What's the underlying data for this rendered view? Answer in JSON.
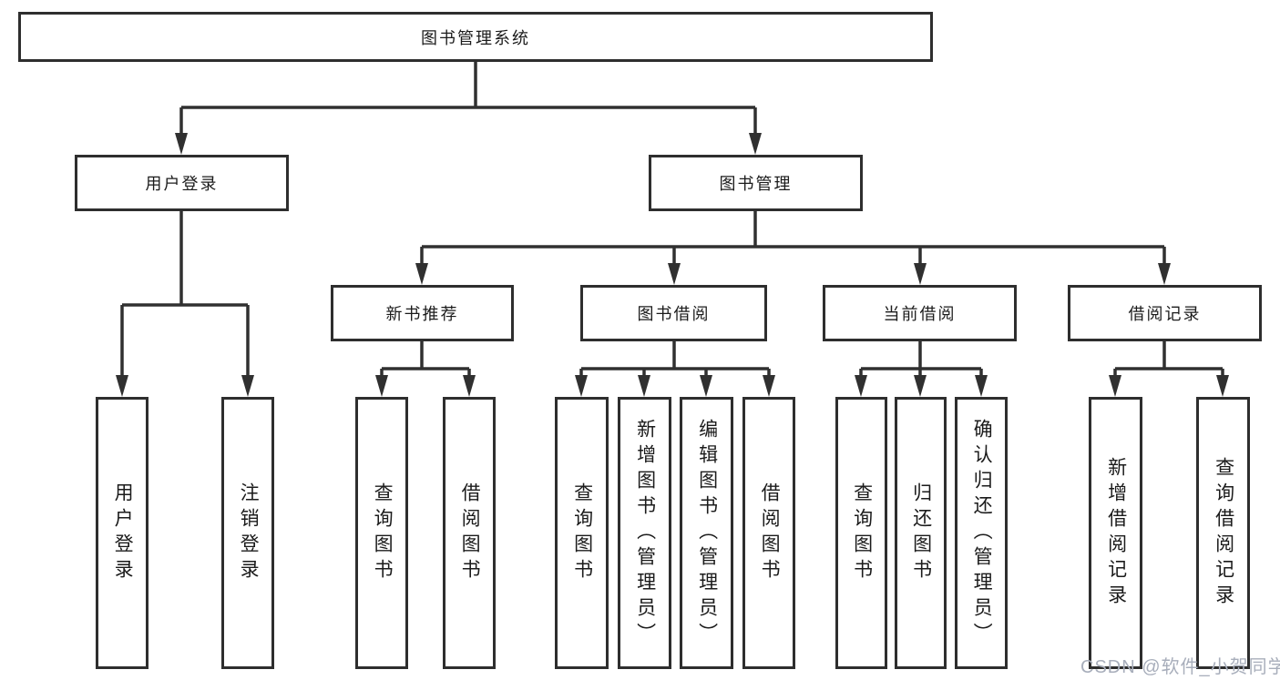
{
  "colors": {
    "background": "#ffffff",
    "box_border": "#2e2e2e",
    "connector_line": "#303030",
    "text": "#1b1b1b",
    "watermark_text": "#a8aebb"
  },
  "tree": {
    "label": "图书管理系统",
    "children": [
      {
        "label": "用户登录",
        "children": [
          {
            "label": "用户登录"
          },
          {
            "label": "注销登录"
          }
        ]
      },
      {
        "label": "图书管理",
        "children": [
          {
            "label": "新书推荐",
            "children": [
              {
                "label": "查询图书"
              },
              {
                "label": "借阅图书"
              }
            ]
          },
          {
            "label": "图书借阅",
            "children": [
              {
                "label": "查询图书"
              },
              {
                "label": "新增图书（管理员）"
              },
              {
                "label": "编辑图书（管理员）"
              },
              {
                "label": "借阅图书"
              }
            ]
          },
          {
            "label": "当前借阅",
            "children": [
              {
                "label": "查询图书"
              },
              {
                "label": "归还图书"
              },
              {
                "label": "确认归还（管理员）"
              }
            ]
          },
          {
            "label": "借阅记录",
            "children": [
              {
                "label": "新增借阅记录"
              },
              {
                "label": "查询借阅记录"
              }
            ]
          }
        ]
      }
    ]
  },
  "watermark": {
    "text": "CSDN @软件_小贺同学"
  }
}
